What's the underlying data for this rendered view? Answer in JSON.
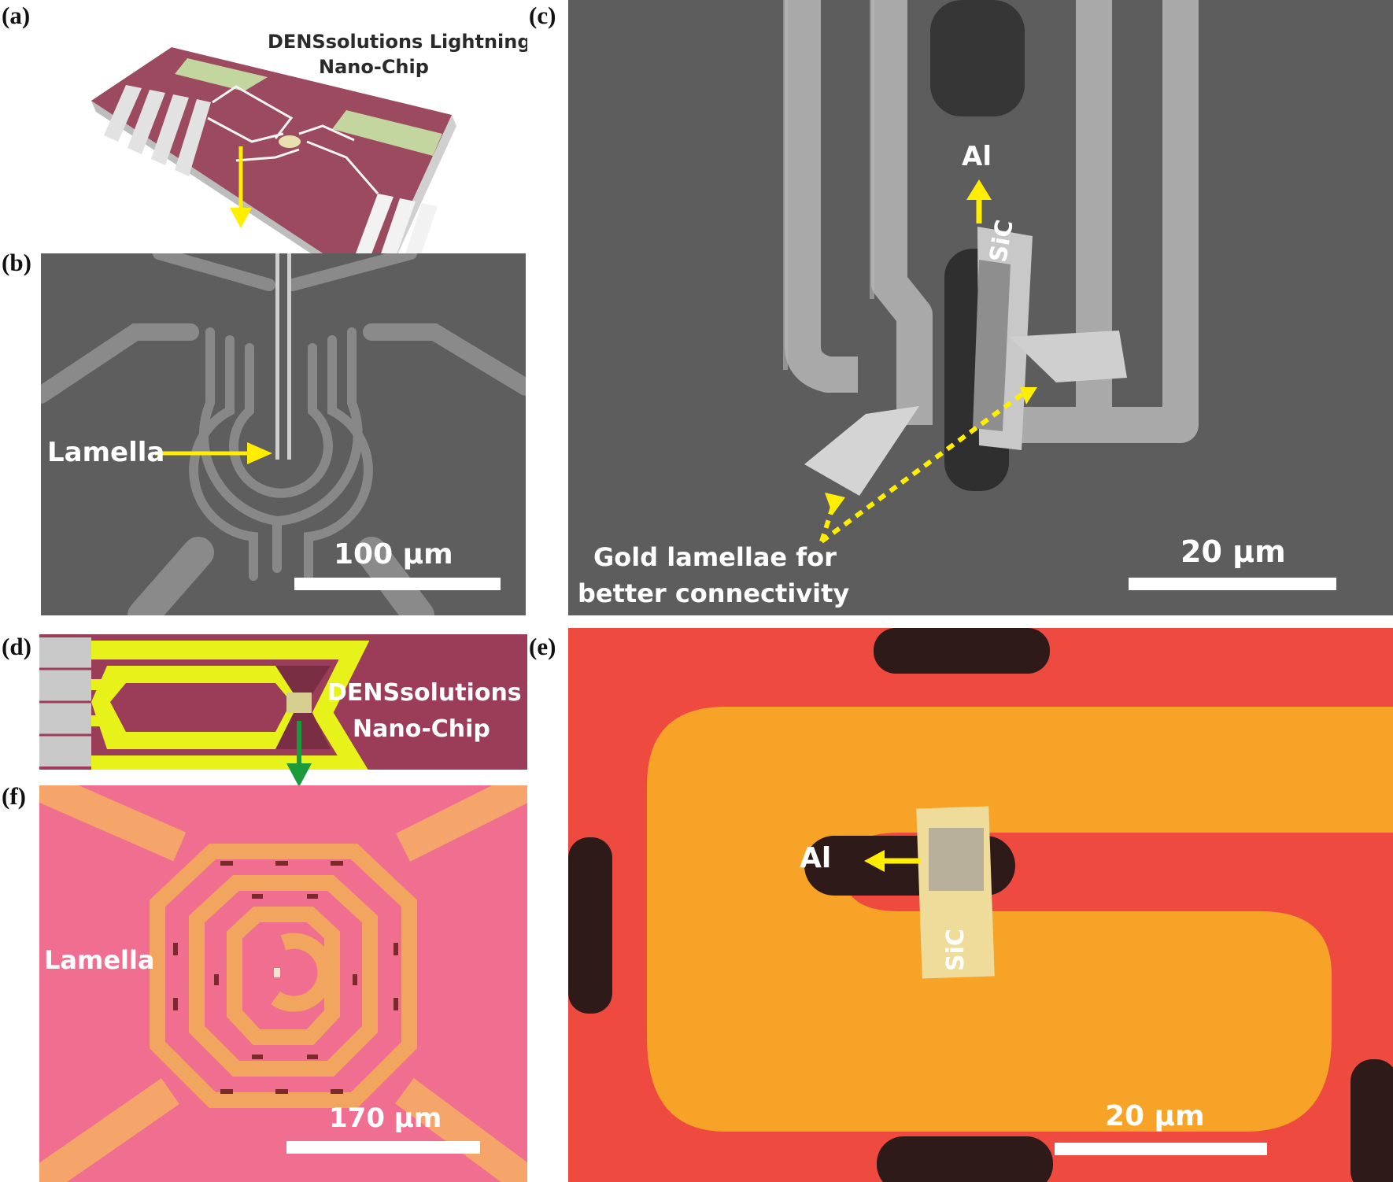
{
  "panel_labels": {
    "a": "(a)",
    "b": "(b)",
    "c": "(c)",
    "d": "(d)",
    "e": "(e)",
    "f": "(f)"
  },
  "panel_a": {
    "title_line1": "DENSsolutions Lightning",
    "title_line2": "Nano-Chip"
  },
  "panel_b": {
    "lamella_label": "Lamella",
    "scale_label": "100 µm"
  },
  "panel_c": {
    "al_label": "Al",
    "sic_label": "SiC",
    "note_line1": "Gold lamellae for",
    "note_line2": "better connectivity",
    "scale_label": "20 µm"
  },
  "panel_d": {
    "title_line1": "DENSsolutions",
    "title_line2": "Nano-Chip"
  },
  "panel_e": {
    "al_label": "Al",
    "sic_label": "SiC",
    "scale_label": "20 µm"
  },
  "panel_f": {
    "lamella_label": "Lamella",
    "scale_label": "170 µm"
  },
  "colors": {
    "arrow_yellow": "#ffee00",
    "arrow_green": "#1a9a3a",
    "sem_gray": "#5d5d5d",
    "chip_maroon": "#9b3c58",
    "optical_red": "#ee4a40",
    "optical_orange": "#f5a825"
  }
}
